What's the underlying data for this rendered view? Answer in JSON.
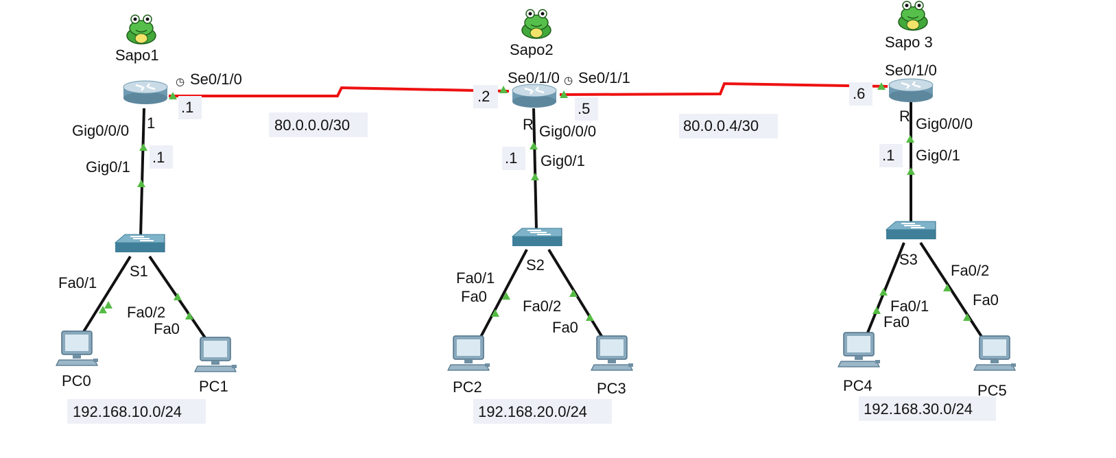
{
  "colors": {
    "serial": "#ee1111",
    "ethernet": "#111111",
    "status_up": "#55bb44",
    "router_top": "#c9dbe6",
    "router_side": "#6f9bb2",
    "switch_top": "#7fb3c9",
    "switch_side": "#3f7f99",
    "pc_body": "#8aa9bd",
    "pc_screen": "#dbeaf2",
    "frog": "#43a83a",
    "tag_bg": "#eef0f7"
  },
  "routers": [
    {
      "name": "Sapo1",
      "tag": "",
      "icon": "frog-icon"
    },
    {
      "name": "Sapo2",
      "tag": "R",
      "icon": "frog-icon"
    },
    {
      "name": "Sapo 3",
      "tag": "R",
      "icon": "frog-icon"
    }
  ],
  "switches": [
    {
      "name": "S1"
    },
    {
      "name": "S2"
    },
    {
      "name": "S3"
    }
  ],
  "pcs": [
    {
      "name": "PC0"
    },
    {
      "name": "PC1"
    },
    {
      "name": "PC2"
    },
    {
      "name": "PC3"
    },
    {
      "name": "PC4"
    },
    {
      "name": "PC5"
    }
  ],
  "interfaces": {
    "sapo1_serial": "Se0/1/0",
    "sapo1_gig_router": "Gig0/0/0",
    "sapo1_gig_switch": "Gig0/1",
    "sapo1_gig_extra": "1",
    "sapo2_serial_left": "Se0/1/0",
    "sapo2_serial_right": "Se0/1/1",
    "sapo2_gig_router": "Gig0/0/0",
    "sapo2_gig_switch": "Gig0/1",
    "sapo3_serial": "Se0/1/0",
    "sapo3_gig_router": "Gig0/0/0",
    "sapo3_gig_switch": "Gig0/1",
    "s1_fa1": "Fa0/1",
    "s1_fa2": "Fa0/2",
    "pc1_fa": "Fa0",
    "s2_fa1": "Fa0/1",
    "pc2_fa": "Fa0",
    "s2_fa2": "Fa0/2",
    "pc3_fa": "Fa0",
    "s3_fa2": "Fa0/2",
    "pc5_fa": "Fa0",
    "s3_fa1": "Fa0/1",
    "pc4_fa": "Fa0"
  },
  "addresses": {
    "sapo1_serial_ip": ".1",
    "sapo1_lan_ip": ".1",
    "sapo2_left_ip": ".2",
    "sapo2_right_ip": ".5",
    "sapo2_lan_ip": ".1",
    "sapo3_serial_ip": ".6",
    "sapo3_lan_ip": ".1"
  },
  "networks": {
    "wan1": "80.0.0.0/30",
    "wan2": "80.0.0.4/30",
    "lan1": "192.168.10.0/24",
    "lan2": "192.168.20.0/24",
    "lan3": "192.168.30.0/24"
  },
  "clock_symbol": "◷"
}
